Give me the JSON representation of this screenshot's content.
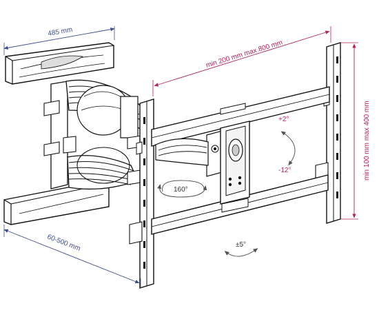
{
  "labels": {
    "arm_width": "485 mm",
    "vesa_horizontal": "min 200 mm max 800 mm",
    "vesa_vertical": "min 100 mm max 400 mm",
    "wall_distance": "60-500 mm",
    "swivel": "160°",
    "tilt_up": "+2°",
    "tilt_down": "-12°",
    "rotation": "±5°"
  },
  "colors": {
    "blue_dimension": "#3d4f8a",
    "pink_dimension": "#b0235e",
    "line": "#111111",
    "rotation_arrow": "#555555"
  }
}
